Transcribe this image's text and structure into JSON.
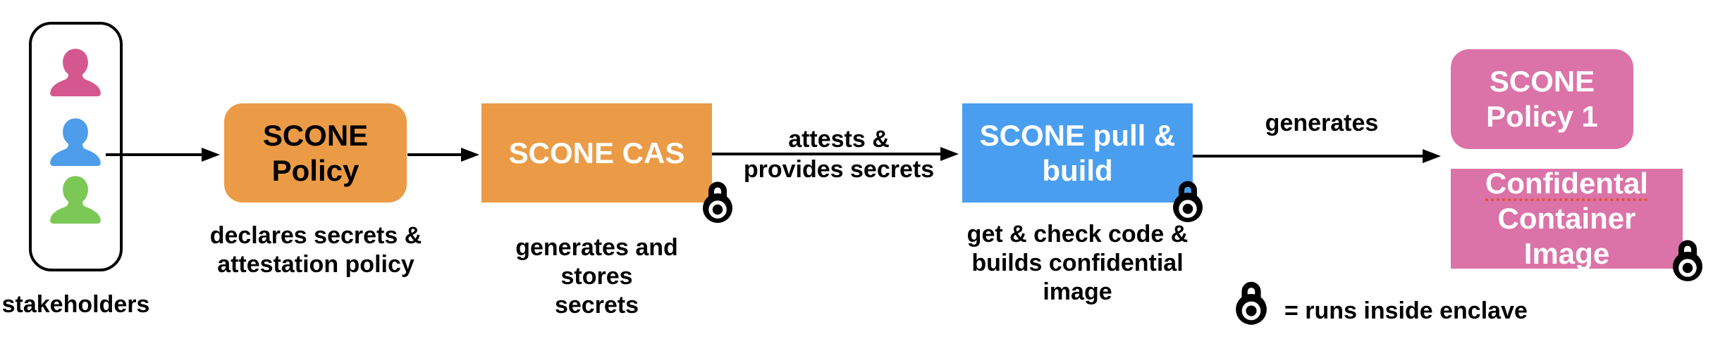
{
  "colors": {
    "box-orange": "#EB9B46",
    "box-blue": "#4A9EF0",
    "box-pink": "#DB73A8",
    "person-pink": "#D4578F",
    "person-blue": "#4D9DEB",
    "person-green": "#7CC857",
    "text-black": "#000000",
    "text-white": "#FFFFFF",
    "misspell-red": "#E4502E"
  },
  "stakeholders": {
    "label": "stakeholders",
    "members": [
      {
        "icon": "person-pink-icon"
      },
      {
        "icon": "person-blue-icon"
      },
      {
        "icon": "person-green-icon"
      }
    ]
  },
  "nodes": {
    "scone_policy": {
      "line1": "SCONE",
      "line2": "Policy",
      "caption1": "declares secrets &",
      "caption2": "attestation policy"
    },
    "scone_cas": {
      "title": "SCONE CAS",
      "caption1": "generates and stores",
      "caption2": "secrets",
      "lock": "padlock-icon"
    },
    "scone_pull_build": {
      "line1": "SCONE pull &",
      "line2": "build",
      "caption1": "get & check code &",
      "caption2": "builds confidential",
      "caption3": "image",
      "lock": "padlock-icon"
    },
    "scone_policy_1": {
      "line1": "SCONE",
      "line2": "Policy 1"
    },
    "confidential_container_image": {
      "line1": "Confidental",
      "line2": "Container Image",
      "lock": "padlock-icon"
    }
  },
  "edges": {
    "attests_label1": "attests &",
    "attests_label2": "provides secrets",
    "generates_label": "generates"
  },
  "legend": {
    "lock": "padlock-icon",
    "text": "= runs inside enclave"
  }
}
